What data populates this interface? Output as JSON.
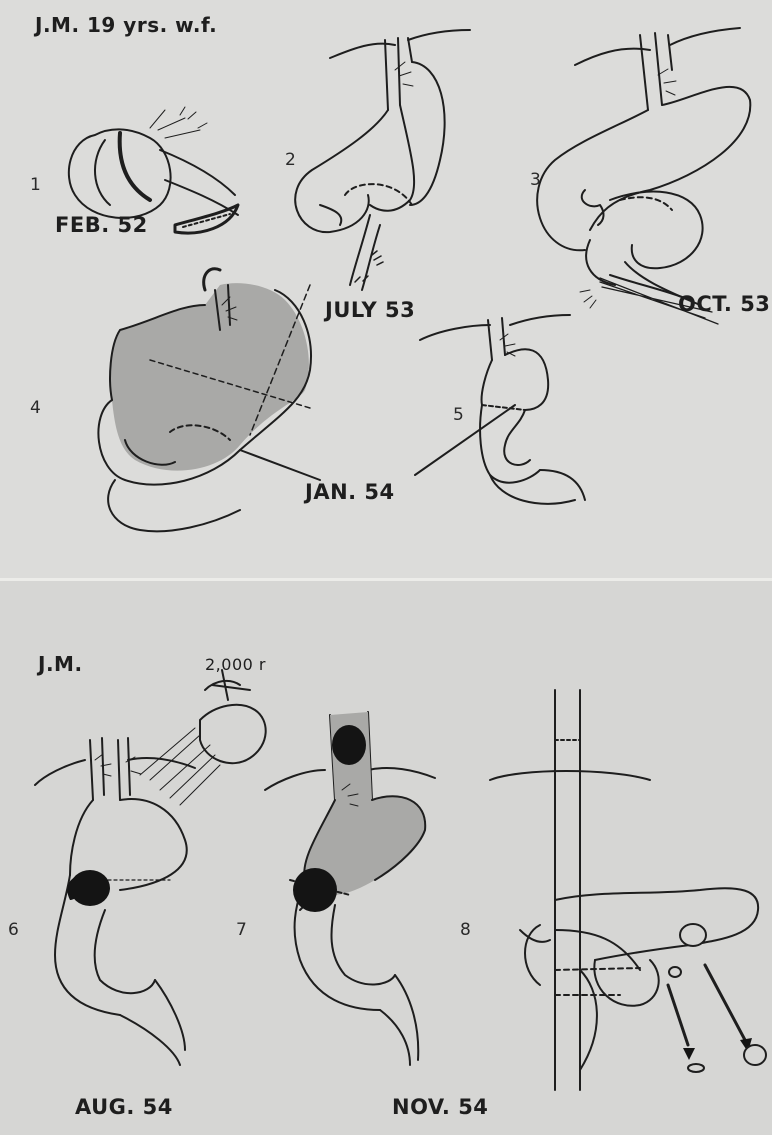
{
  "header_top": "J.M. 19 yrs. w.f.",
  "header_bottom": "J.M.",
  "dose": "2,000 r",
  "stages": [
    {
      "number": "1",
      "date": "FEB. 52"
    },
    {
      "number": "2",
      "date": "JULY 53"
    },
    {
      "number": "3",
      "date": "OCT. 53"
    },
    {
      "number": "4",
      "date": "JAN. 54"
    },
    {
      "number": "5",
      "date": ""
    },
    {
      "number": "6",
      "date": "AUG. 54"
    },
    {
      "number": "7",
      "date": "NOV. 54"
    },
    {
      "number": "8",
      "date": ""
    }
  ],
  "colors": {
    "ink": "#1e1e1e",
    "shade": "#a9a9a7",
    "tumor": "#141414"
  }
}
